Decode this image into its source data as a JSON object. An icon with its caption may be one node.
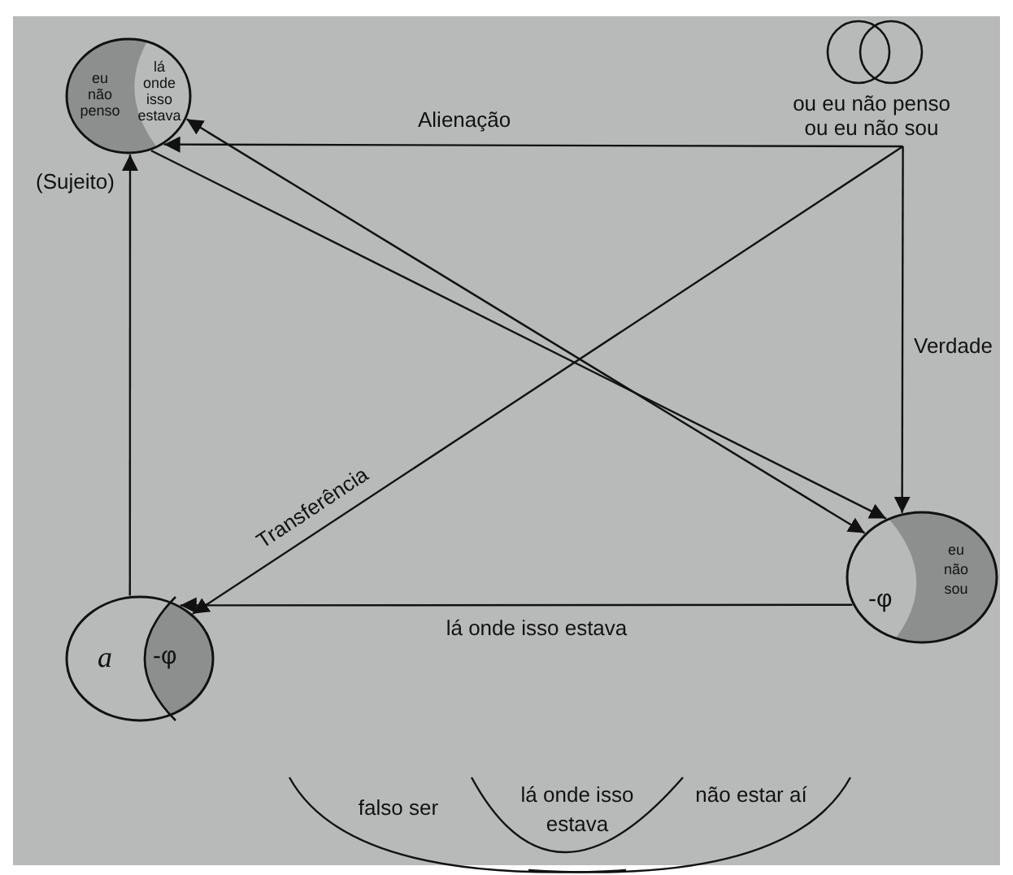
{
  "diagram": {
    "nodes": [
      {
        "text": [
          "eu não penso",
          "lá onde isso estava"
        ]
      },
      {
        "text": [
          "ou eu não penso",
          "ou eu não sou"
        ]
      },
      {
        "text": [
          "eu não sou",
          "-φ"
        ]
      },
      {
        "text": [
          "a",
          "-φ"
        ]
      }
    ],
    "edges": [
      {
        "from": 1,
        "to": 0,
        "arrow": "to",
        "label": "Alienação"
      },
      {
        "from": 1,
        "to": 2,
        "arrow": "to",
        "label": "Verdade"
      },
      {
        "from": 1,
        "to": 3,
        "arrow": "to",
        "label": "Transferência"
      },
      {
        "from": 2,
        "to": 3,
        "arrow": "to",
        "label": "lá onde isso estava"
      },
      {
        "from": 3,
        "to": 0,
        "arrow": "to",
        "label": "(Sujeito)"
      },
      {
        "from": 0,
        "to": 2,
        "arrow": "both"
      },
      {
        "from": 0,
        "to": 2,
        "arrow": "to"
      }
    ],
    "labels": [
      "falso ser",
      "lá onde isso estava",
      "não estar aí"
    ]
  }
}
